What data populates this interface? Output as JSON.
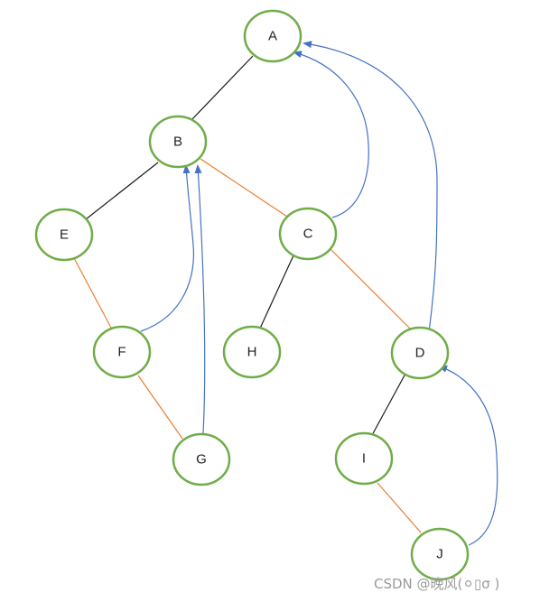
{
  "colors": {
    "node_border": "#70ad47",
    "tree_edge": "#1a1a1a",
    "thread_edge": "#ed7d31",
    "pointer_arrow": "#4472c4",
    "watermark": "#9a9a9a"
  },
  "nodes": [
    {
      "id": "A",
      "label": "A"
    },
    {
      "id": "B",
      "label": "B"
    },
    {
      "id": "C",
      "label": "C"
    },
    {
      "id": "D",
      "label": "D"
    },
    {
      "id": "E",
      "label": "E"
    },
    {
      "id": "F",
      "label": "F"
    },
    {
      "id": "G",
      "label": "G"
    },
    {
      "id": "H",
      "label": "H"
    },
    {
      "id": "I",
      "label": "I"
    },
    {
      "id": "J",
      "label": "J"
    }
  ],
  "edges": [
    {
      "from": "A",
      "to": "B",
      "style": "tree"
    },
    {
      "from": "B",
      "to": "E",
      "style": "tree"
    },
    {
      "from": "B",
      "to": "C",
      "style": "thread"
    },
    {
      "from": "C",
      "to": "H",
      "style": "tree"
    },
    {
      "from": "C",
      "to": "D",
      "style": "thread"
    },
    {
      "from": "E",
      "to": "F",
      "style": "thread"
    },
    {
      "from": "F",
      "to": "G",
      "style": "thread"
    },
    {
      "from": "D",
      "to": "I",
      "style": "tree"
    },
    {
      "from": "I",
      "to": "J",
      "style": "thread"
    }
  ],
  "arrows": [
    {
      "from": "F",
      "to": "B"
    },
    {
      "from": "G",
      "to": "B"
    },
    {
      "from": "C",
      "to": "A"
    },
    {
      "from": "D",
      "to": "A"
    },
    {
      "from": "J",
      "to": "D"
    }
  ],
  "watermark": "CSDN @晚风(⚪▯σ )"
}
